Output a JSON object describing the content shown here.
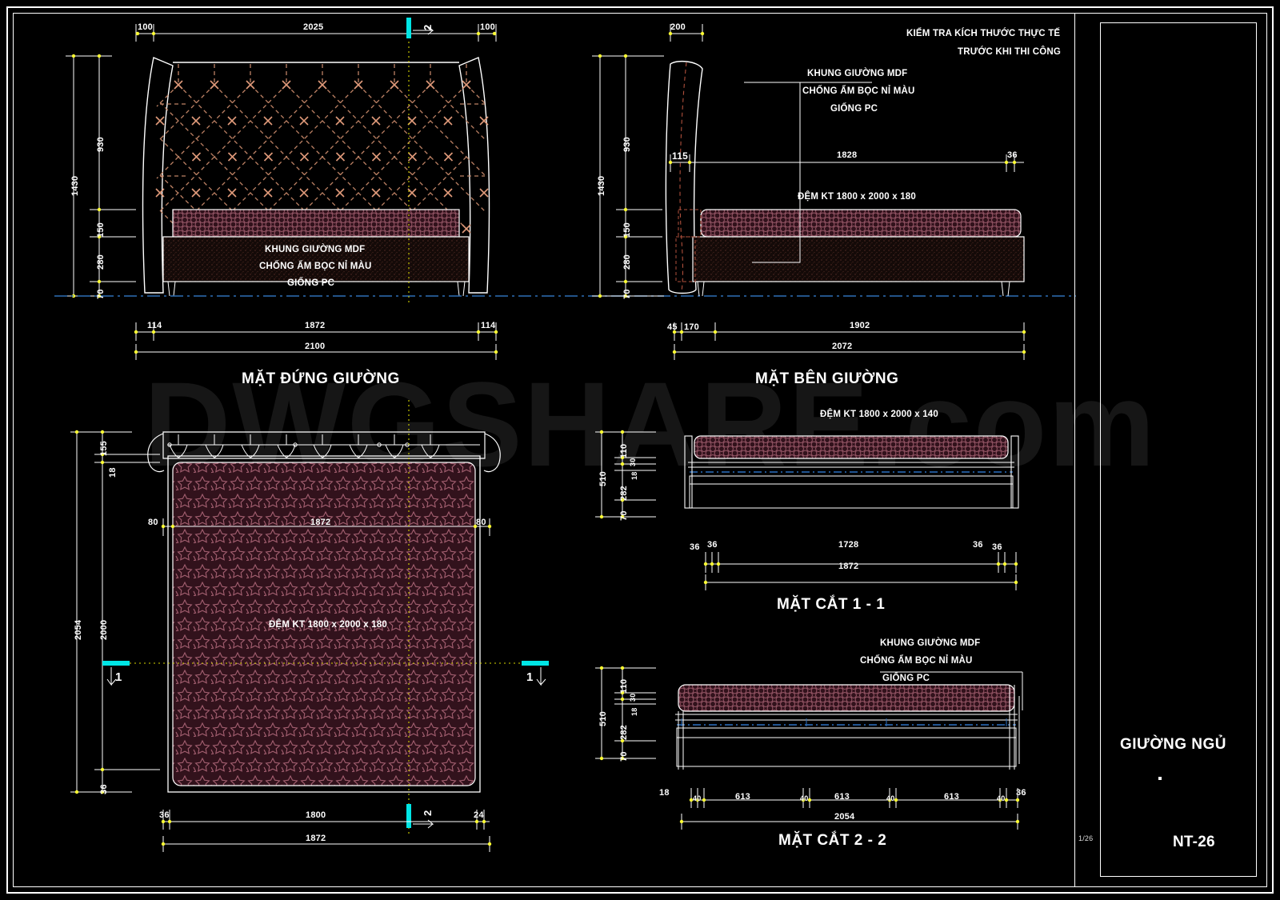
{
  "sheet": {
    "watermark": "DWGSHARE.com",
    "note_line1": "KIỂM TRA KÍCH THƯỚC THỰC TẾ",
    "note_line2": "TRƯỚC KHI THI CÔNG"
  },
  "title_block": {
    "title": "GIƯỜNG NGỦ",
    "scale": "1/26",
    "code": "NT-26"
  },
  "views": {
    "front": {
      "title": "MẶT ĐỨNG GIƯỜNG",
      "annotation": [
        "KHUNG GIƯỜNG MDF",
        "CHỐNG ẨM BỌC NỈ MÀU",
        "GIỐNG PC"
      ],
      "section_mark": "2",
      "dims_top": [
        "100",
        "2025",
        "100"
      ],
      "dims_left": [
        "1430",
        "930",
        "150",
        "280",
        "70"
      ],
      "dims_bottom_row1": [
        "114",
        "1872",
        "114"
      ],
      "dims_bottom_row2": [
        "2100"
      ]
    },
    "side": {
      "title": "MẶT BÊN GIƯỜNG",
      "annotation": [
        "KHUNG GIƯỜNG MDF",
        "CHỐNG ẨM BỌC NỈ MÀU",
        "GIỐNG PC"
      ],
      "mattress_label": "ĐỆM KT 1800 x 2000 x 180",
      "dims_top": [
        "200"
      ],
      "dims_left": [
        "1430",
        "930",
        "150",
        "280",
        "70"
      ],
      "dims_mid": [
        "115",
        "1828",
        "36"
      ],
      "dims_bottom_row1": [
        "45",
        "170",
        "1902"
      ],
      "dims_bottom_row2": [
        "2072"
      ]
    },
    "plan": {
      "mattress_label": "ĐỆM KT 1800 x 2000 x 180",
      "section_mark_h": "1",
      "section_mark_v": "2",
      "dims_left_outer": "2054",
      "dims_left_inner": [
        "155",
        "18",
        "2000",
        "36"
      ],
      "dims_inner_row": [
        "80",
        "1872",
        "80"
      ],
      "dims_bottom_row1": [
        "36",
        "1800",
        "24"
      ],
      "dims_bottom_row2": [
        "1872"
      ]
    },
    "section11": {
      "title": "MẶT CẮT 1 - 1",
      "mattress_label": "ĐỆM KT 1800 x 2000 x 140",
      "dims_left": [
        "510",
        "110",
        "30",
        "18",
        "282",
        "70"
      ],
      "dims_bottom_row1": [
        "36",
        "36",
        "1728",
        "36",
        "36"
      ],
      "dims_bottom_row2": [
        "1872"
      ]
    },
    "section22": {
      "title": "MẶT CẮT 2 - 2",
      "annotation": [
        "KHUNG GIƯỜNG MDF",
        "CHỐNG ẨM BỌC NỈ MÀU",
        "GIỐNG PC"
      ],
      "dims_left": [
        "510",
        "110",
        "30",
        "18",
        "282",
        "70"
      ],
      "dims_bottom_row1": [
        "18",
        "40",
        "613",
        "40",
        "613",
        "40",
        "613",
        "40",
        "36"
      ],
      "dims_bottom_row2": [
        "2054"
      ]
    }
  },
  "colors": {
    "background": "#000000",
    "line": "#ffffff",
    "dim_marker": "#ffff33",
    "section_cyan": "#00e5e5",
    "tuft": "#c98a6b",
    "mattress_fill": "#3a1420",
    "mattress_pattern": "#9a5a6a",
    "frame_fill": "#1a0d0c"
  }
}
